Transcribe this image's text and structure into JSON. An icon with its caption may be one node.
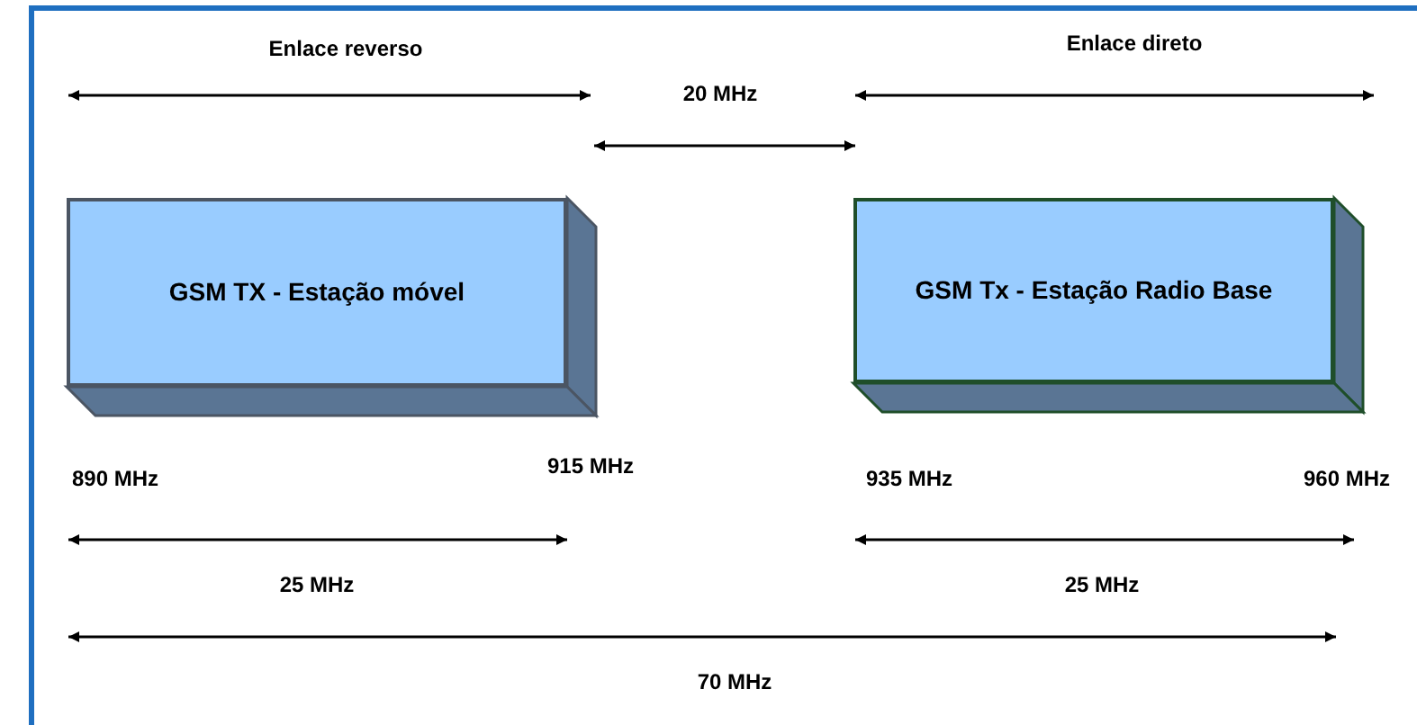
{
  "diagram": {
    "nodes": [
      {
        "text": [
          "GSM TX -  Estação  móvel"
        ]
      },
      {
        "text": [
          "GSM Tx - Estação Radio Base"
        ]
      }
    ],
    "labels": [
      "Enlace  reverso",
      "Enlace direto",
      "20 MHz",
      "890 MHz",
      "915 MHz",
      "935 MHz",
      "960 MHz",
      "25 MHz",
      "25 MHz",
      "70 MHz"
    ]
  }
}
